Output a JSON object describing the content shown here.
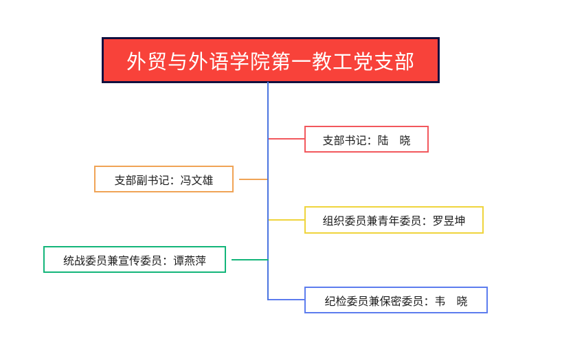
{
  "title": {
    "text": "外贸与外语学院第一教工党支部",
    "fill": "#F8423A",
    "border_color": "#10103F",
    "shadow_color": "#9D9DC0",
    "text_color": "#FFFFFF"
  },
  "connector": {
    "trunk_color": "#4A74DF"
  },
  "nodes": [
    {
      "label": "支部书记：陆　晓",
      "color": "#F2575C",
      "side": "right"
    },
    {
      "label": "支部副书记：冯文雄",
      "color": "#F0A355",
      "side": "left"
    },
    {
      "label": "组织委员兼青年委员：罗昱坤",
      "color": "#EFD43C",
      "side": "right"
    },
    {
      "label": "统战委员兼宣传委员：谭燕萍",
      "color": "#12B579",
      "side": "left"
    },
    {
      "label": "纪检委员兼保密委员：韦　晓",
      "color": "#5C7CEE",
      "side": "right"
    }
  ]
}
